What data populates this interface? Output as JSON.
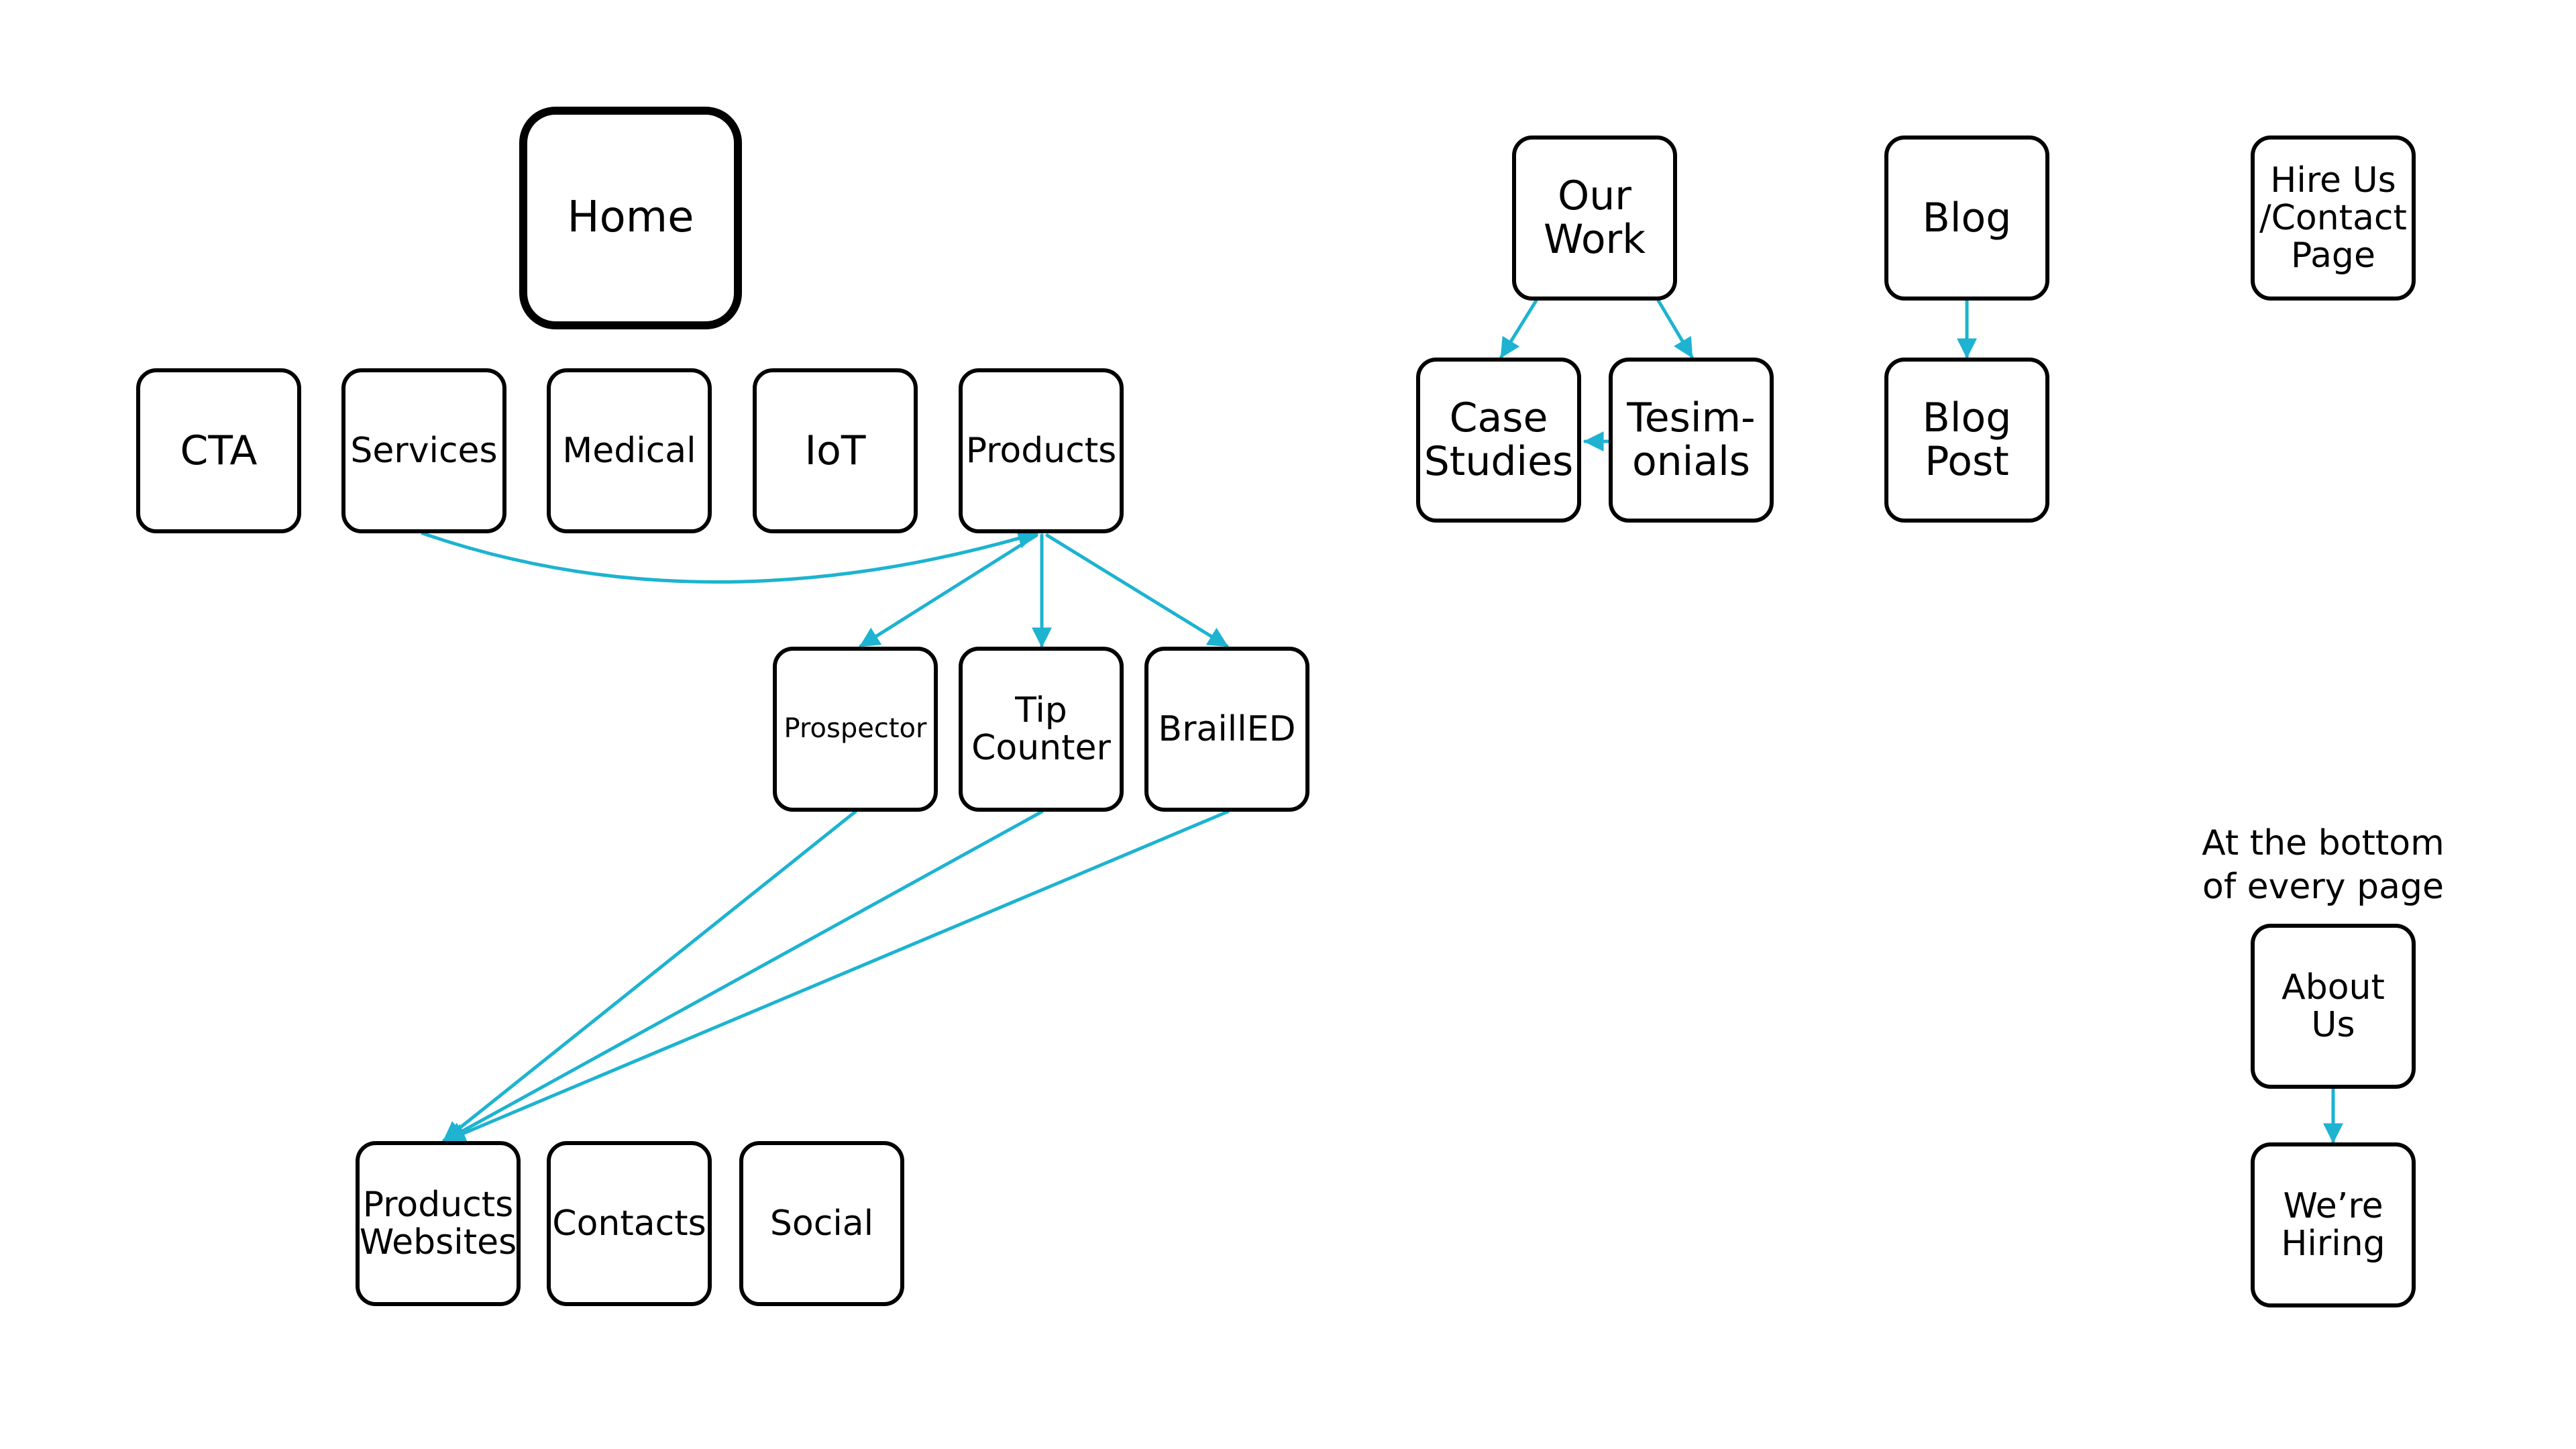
{
  "nodes": {
    "home": "Home",
    "cta": "CTA",
    "services": "Services",
    "medical": "Medical",
    "iot": "IoT",
    "products": "Products",
    "prospector": "Prospector",
    "tip_counter": "Tip\nCounter",
    "brailled": "BraillED",
    "products_websites": "Products\nWebsites",
    "contacts": "Contacts",
    "social": "Social",
    "our_work": "Our\nWork",
    "case_studies": "Case\nStudies",
    "testimonials": "Tesim-\nonials",
    "blog": "Blog",
    "blog_post": "Blog\nPost",
    "hire_us": "Hire Us\n/Contact\nPage",
    "about_us": "About\nUs",
    "were_hiring": "We’re\nHiring"
  },
  "notes": {
    "footer_note": "At the bottom\nof every page"
  },
  "colors": {
    "connector": "#1DB3D1",
    "node_border": "#000000",
    "text": "#000000"
  }
}
